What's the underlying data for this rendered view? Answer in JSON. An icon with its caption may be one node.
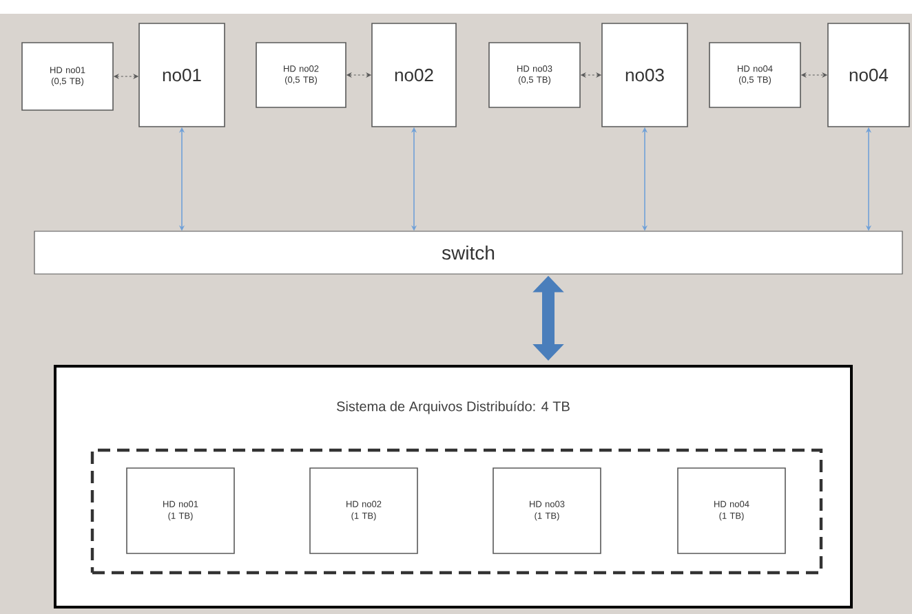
{
  "diagram": {
    "nodes": [
      {
        "text": [
          "HD no01 (0,5 TB)"
        ]
      },
      {
        "text": [
          "no01"
        ]
      },
      {
        "text": [
          "HD no02 (0,5 TB)"
        ]
      },
      {
        "text": [
          "no02"
        ]
      },
      {
        "text": [
          "HD no03 (0,5 TB)"
        ]
      },
      {
        "text": [
          "no03"
        ]
      },
      {
        "text": [
          "HD no04 (0,5 TB)"
        ]
      },
      {
        "text": [
          "no04"
        ]
      },
      {
        "text": [
          "switch"
        ]
      },
      {
        "text": [
          "Sistema de Arquivos Distribuído: 4 TB"
        ]
      },
      {
        "text": [],
        "shape": "box",
        "in": 9
      },
      {
        "text": [
          "HD no01 (1 TB)"
        ],
        "in": 10
      },
      {
        "text": [
          "HD no02 (1 TB)"
        ],
        "in": 10
      },
      {
        "text": [
          "HD no03 (1 TB)"
        ],
        "in": 10
      },
      {
        "text": [
          "HD no04 (1 TB)"
        ],
        "in": 10
      }
    ],
    "edges": [
      {
        "from": 0,
        "to": 1,
        "arrow": "both",
        "style": "dashed",
        "color": "#595959"
      },
      {
        "from": 2,
        "to": 3,
        "arrow": "both",
        "style": "dashed",
        "color": "#595959"
      },
      {
        "from": 4,
        "to": 5,
        "arrow": "both",
        "style": "dashed",
        "color": "#595959"
      },
      {
        "from": 6,
        "to": 7,
        "arrow": "both",
        "style": "dashed",
        "color": "#595959"
      },
      {
        "from": 1,
        "to": 8,
        "arrow": "both",
        "color": "#6fa0d8"
      },
      {
        "from": 3,
        "to": 8,
        "arrow": "both",
        "color": "#6fa0d8"
      },
      {
        "from": 5,
        "to": 8,
        "arrow": "both",
        "color": "#6fa0d8"
      },
      {
        "from": 7,
        "to": 8,
        "arrow": "both",
        "color": "#6fa0d8"
      },
      {
        "from": 8,
        "to": 9,
        "arrow": "both",
        "style": "thick",
        "color": "#4a7ebb"
      }
    ]
  }
}
